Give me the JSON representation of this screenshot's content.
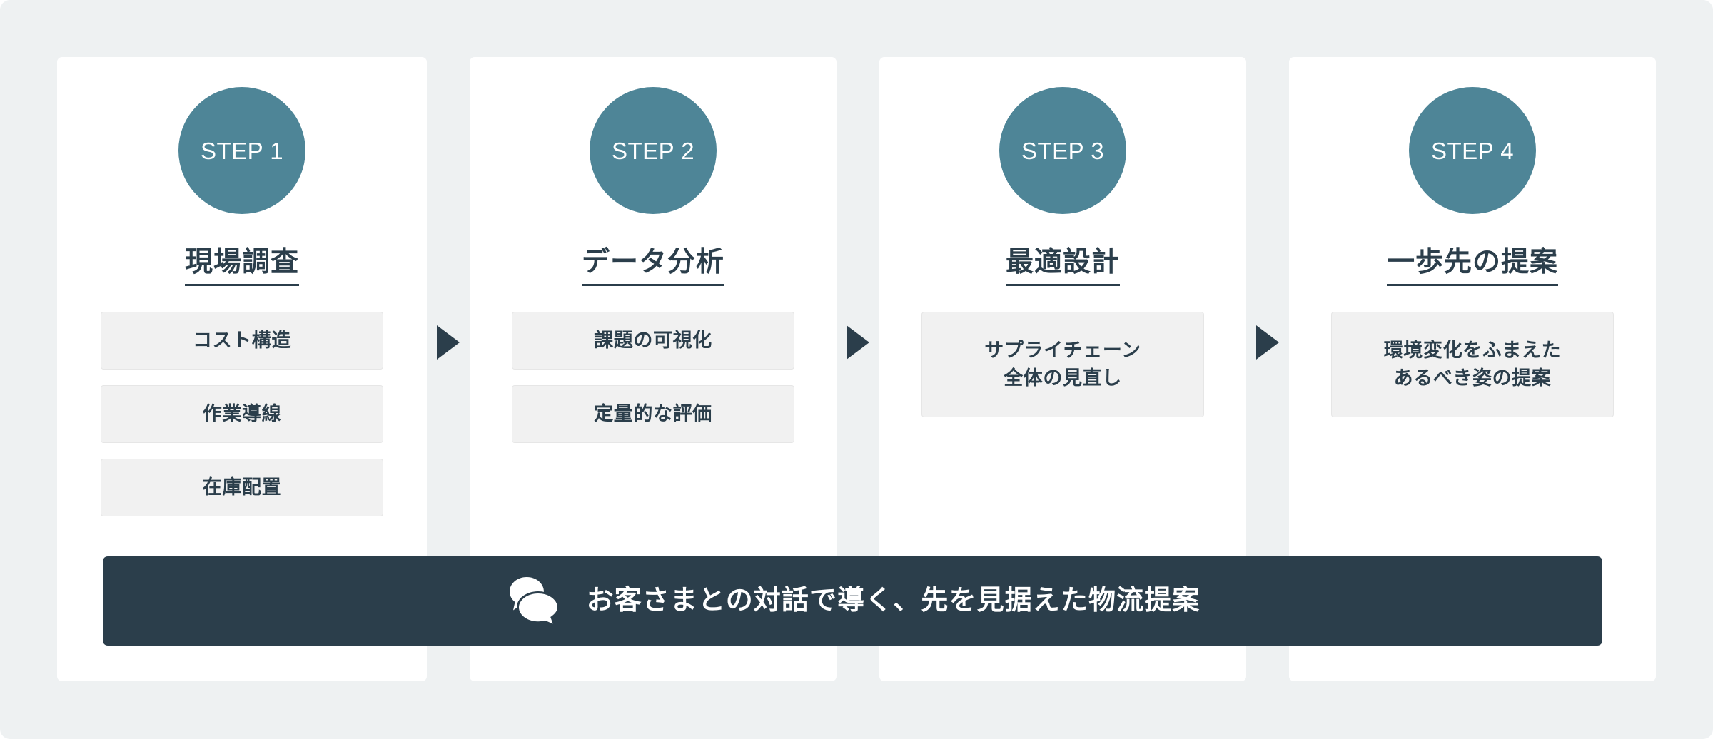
{
  "colors": {
    "page_background": "#eef1f2",
    "card_background": "#ffffff",
    "accent_circle": "#4e8597",
    "dark_navy": "#2b3e4b",
    "item_background": "#f1f1f1",
    "item_border": "#e6e6e6",
    "banner_text": "#ffffff"
  },
  "steps": [
    {
      "badge": "STEP 1",
      "title": "現場調査",
      "items": [
        "コスト構造",
        "作業導線",
        "在庫配置"
      ]
    },
    {
      "badge": "STEP 2",
      "title": "データ分析",
      "items": [
        "課題の可視化",
        "定量的な評価"
      ]
    },
    {
      "badge": "STEP 3",
      "title": "最適設計",
      "items": [
        "サプライチェーン\n全体の見直し"
      ]
    },
    {
      "badge": "STEP 4",
      "title": "一歩先の提案",
      "items": [
        "環境変化をふまえた\nあるべき姿の提案"
      ]
    }
  ],
  "arrows": [
    "arrow-right-icon",
    "arrow-right-icon",
    "arrow-right-icon"
  ],
  "banner": {
    "icon": "speech-bubbles-icon",
    "text": "お客さまとの対話で導く、先を見据えた物流提案"
  }
}
